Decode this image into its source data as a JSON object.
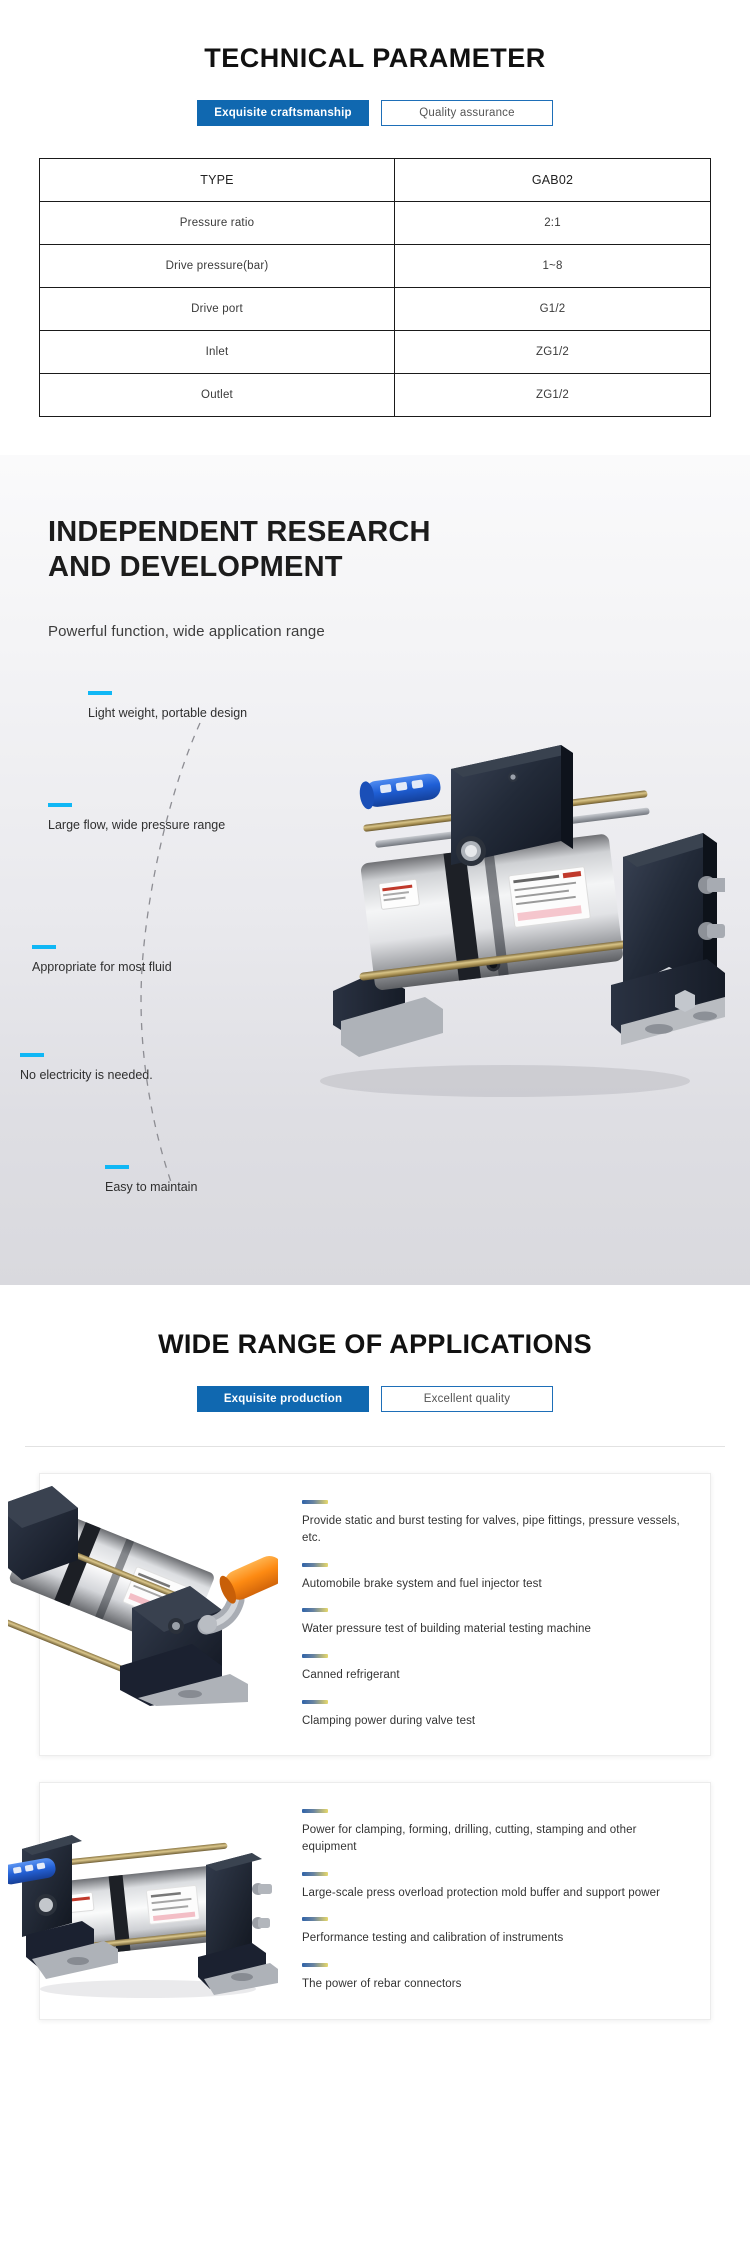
{
  "spec_section": {
    "title": "TECHNICAL PARAMETER",
    "pills": [
      {
        "label": "Exquisite craftsmanship",
        "style": "solid"
      },
      {
        "label": "Quality assurance",
        "style": "ghost"
      }
    ],
    "table": {
      "rows": [
        {
          "key": "TYPE",
          "value": "GAB02"
        },
        {
          "key": "Pressure ratio",
          "value": "2:1"
        },
        {
          "key": "Drive pressure(bar)",
          "value": "1~8"
        },
        {
          "key": "Drive port",
          "value": "G1/2"
        },
        {
          "key": "Inlet",
          "value": "ZG1/2"
        },
        {
          "key": "Outlet",
          "value": "ZG1/2"
        }
      ]
    }
  },
  "rd_section": {
    "title_line1": "INDEPENDENT RESEARCH",
    "title_line2": "AND DEVELOPMENT",
    "subtitle": "Powerful function, wide application range",
    "features": [
      "Light weight, portable design",
      "Large flow, wide pressure range",
      "Appropriate for most fluid",
      "No electricity is needed.",
      "Easy to maintain"
    ],
    "accent_color": "#10b7f5"
  },
  "app_section": {
    "title": "WIDE RANGE OF APPLICATIONS",
    "pills": [
      {
        "label": "Exquisite production",
        "style": "solid"
      },
      {
        "label": "Excellent quality",
        "style": "ghost"
      }
    ],
    "cards": [
      {
        "items": [
          "Provide static and burst testing for valves, pipe fittings, pressure vessels, etc.",
          "Automobile brake system and fuel injector test",
          "Water pressure test of building material testing machine",
          "Canned refrigerant",
          "Clamping power during valve test"
        ]
      },
      {
        "items": [
          "Power for clamping, forming, drilling, cutting, stamping and other equipment",
          "Large-scale press overload protection mold buffer and support power",
          "Performance testing and calibration of instruments",
          "The power of rebar connectors"
        ]
      }
    ]
  },
  "theme": {
    "brand_blue": "#1068b0",
    "cyan": "#10b7f5"
  }
}
